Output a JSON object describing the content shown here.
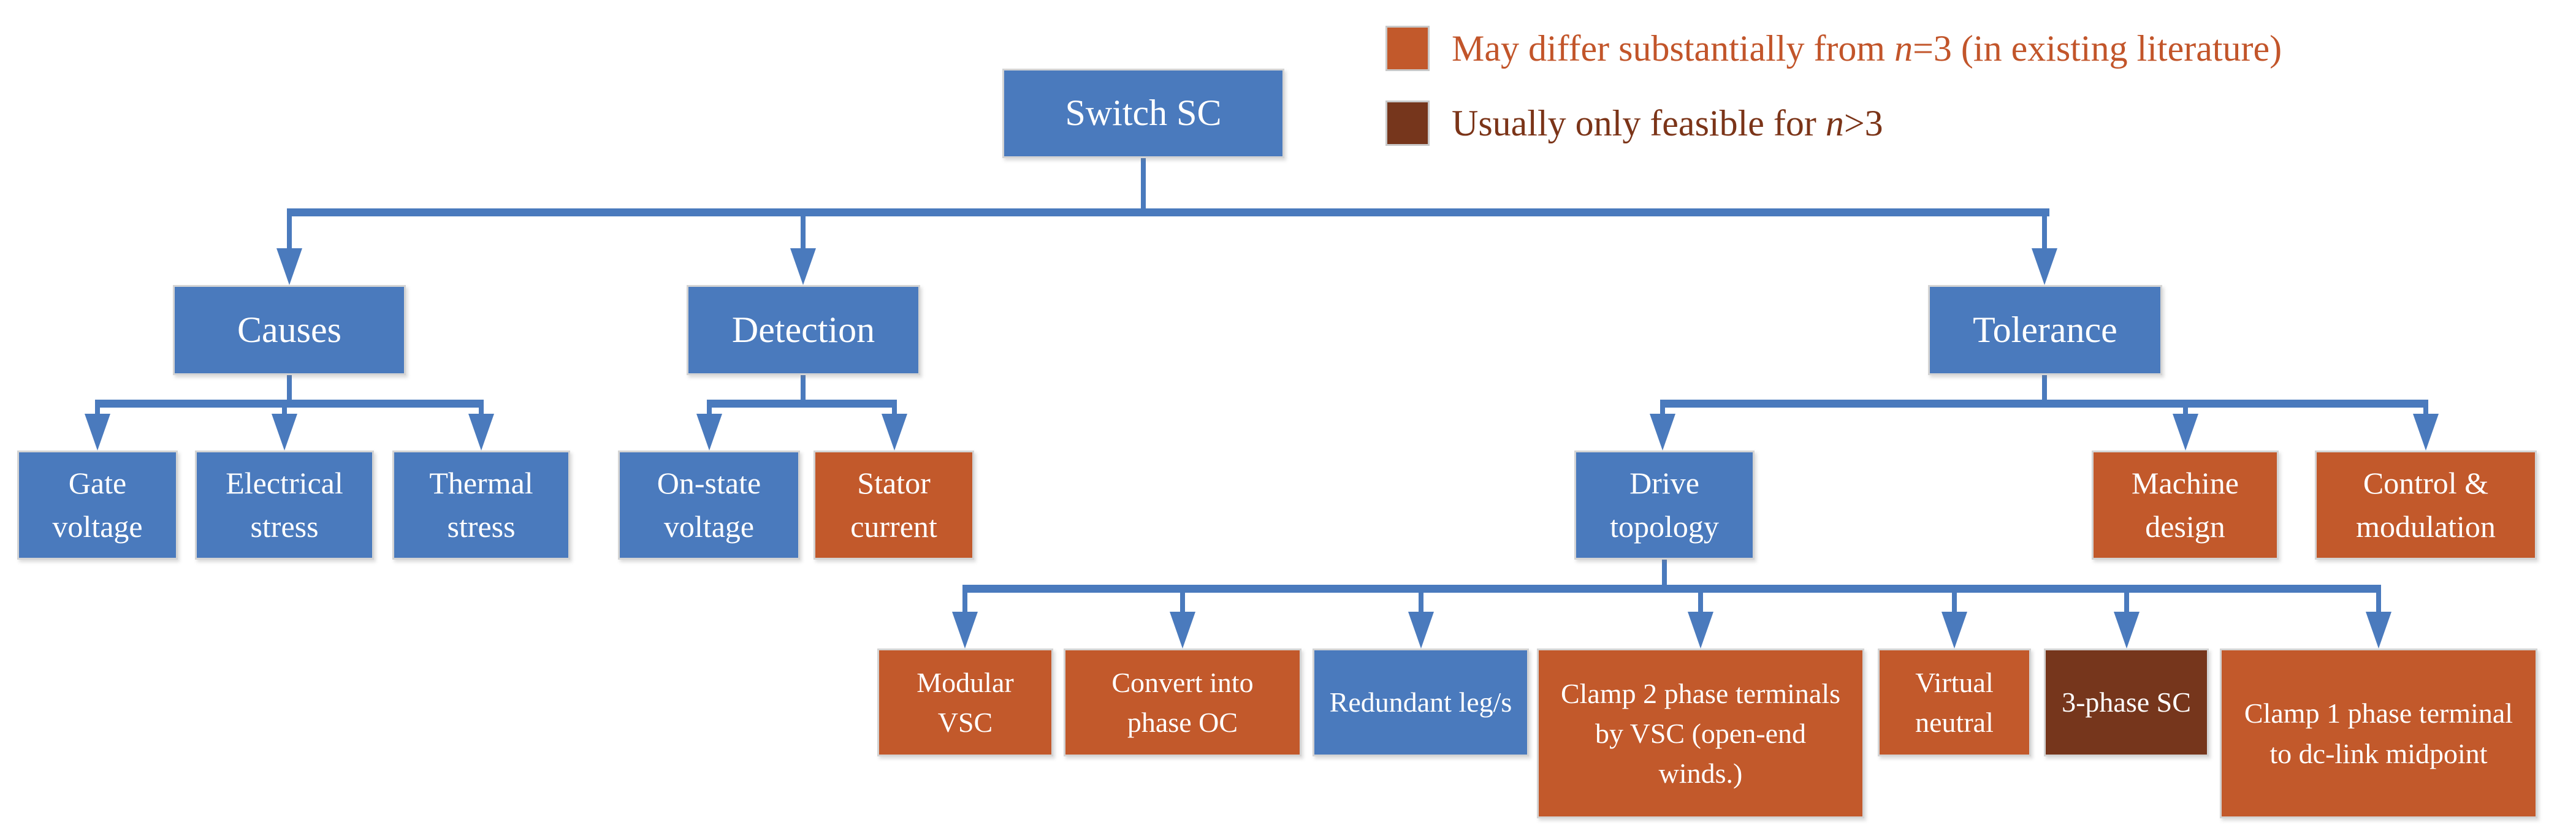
{
  "colors": {
    "blue": "#4a7abd",
    "orange": "#c2592b",
    "dark": "#76361c",
    "connector": "#4a7abd",
    "legend_text_orange": "#c2552a",
    "legend_text_brown": "#7b3418"
  },
  "legend": {
    "items": [
      {
        "prefix": "May differ substantially from ",
        "var": "n",
        "suffix": "=3 (in existing literature)",
        "color": "#c2592b"
      },
      {
        "prefix": "Usually only feasible for ",
        "var": "n",
        "suffix": ">3",
        "color": "#76361c"
      }
    ]
  },
  "nodes": {
    "root": {
      "label": "Switch SC",
      "category": "blue"
    },
    "causes": {
      "label": "Causes",
      "category": "blue"
    },
    "detection": {
      "label": "Detection",
      "category": "blue"
    },
    "tolerance": {
      "label": "Tolerance",
      "category": "blue"
    },
    "gate": {
      "label": "Gate voltage",
      "category": "blue"
    },
    "electrical": {
      "label": "Electrical stress",
      "category": "blue"
    },
    "thermal": {
      "label": "Thermal stress",
      "category": "blue"
    },
    "onstate": {
      "label": "On-state voltage",
      "category": "blue"
    },
    "stator": {
      "label": "Stator current",
      "category": "orange"
    },
    "drive": {
      "label": "Drive topology",
      "category": "blue"
    },
    "machine": {
      "label": "Machine design",
      "category": "orange"
    },
    "control": {
      "label": "Control & modulation",
      "category": "orange"
    },
    "modular": {
      "label": "Modular VSC",
      "category": "orange"
    },
    "convert": {
      "label": "Convert into phase OC",
      "category": "orange"
    },
    "redundant": {
      "label": "Redundant leg/s",
      "category": "blue"
    },
    "clamp2": {
      "label": "Clamp 2 phase terminals by VSC (open-end winds.)",
      "category": "orange"
    },
    "virtual": {
      "label": "Virtual neutral",
      "category": "orange"
    },
    "threephase": {
      "label": "3-phase SC",
      "category": "dark"
    },
    "clamp1": {
      "label": "Clamp 1 phase terminal to dc-link midpoint",
      "category": "orange"
    }
  }
}
